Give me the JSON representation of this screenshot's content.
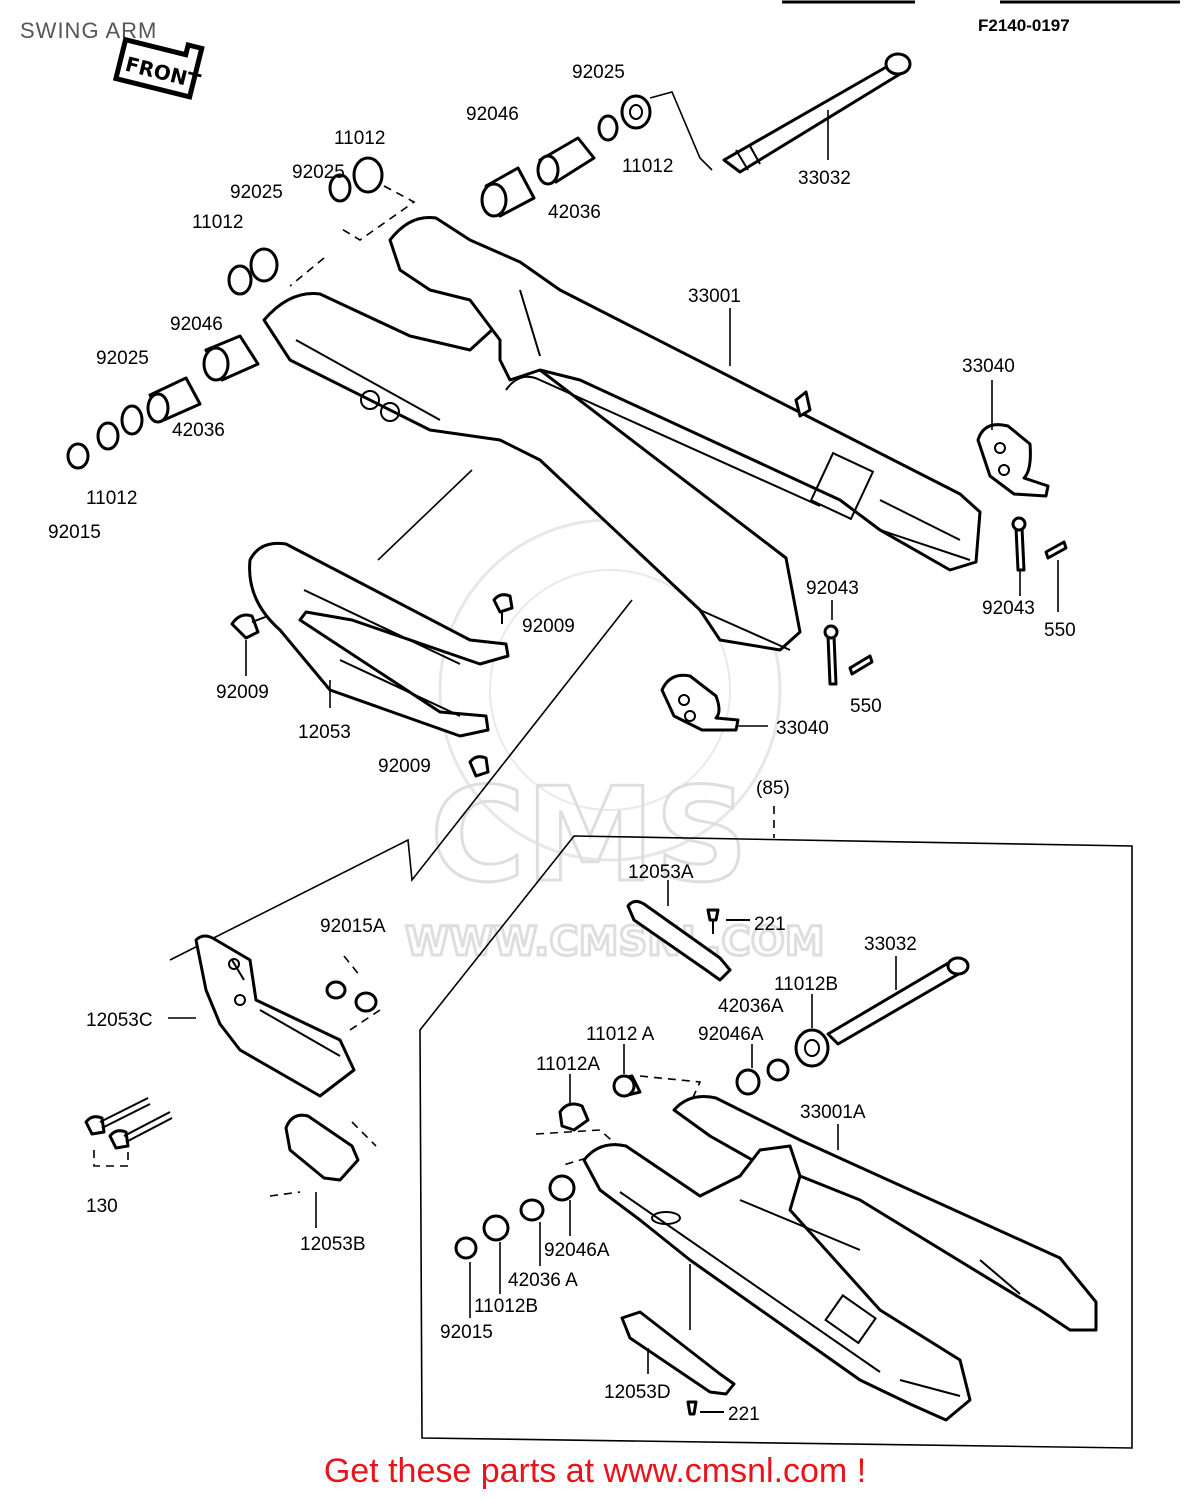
{
  "header": {
    "title": "SWING ARM",
    "code": "F2140-0197",
    "front_label": "FRONT"
  },
  "watermark": {
    "brand": "CMS",
    "url": "WWW.CMSNL.COM"
  },
  "variant_label": "(85)",
  "parts_upper": [
    {
      "id": "p-33032-top",
      "label": "33032"
    },
    {
      "id": "p-92025-a",
      "label": "92025"
    },
    {
      "id": "p-11012-a",
      "label": "11012"
    },
    {
      "id": "p-92046-a",
      "label": "92046"
    },
    {
      "id": "p-42036-a",
      "label": "42036"
    },
    {
      "id": "p-11012-b",
      "label": "11012"
    },
    {
      "id": "p-92025-b",
      "label": "92025"
    },
    {
      "id": "p-92025-c",
      "label": "92025"
    },
    {
      "id": "p-11012-c",
      "label": "11012"
    },
    {
      "id": "p-33001",
      "label": "33001"
    },
    {
      "id": "p-92046-b",
      "label": "92046"
    },
    {
      "id": "p-92025-d",
      "label": "92025"
    },
    {
      "id": "p-42036-b",
      "label": "42036"
    },
    {
      "id": "p-11012-d",
      "label": "11012"
    },
    {
      "id": "p-92015",
      "label": "92015"
    },
    {
      "id": "p-33040-a",
      "label": "33040"
    },
    {
      "id": "p-92043-a",
      "label": "92043"
    },
    {
      "id": "p-550-a",
      "label": "550"
    },
    {
      "id": "p-92043-b",
      "label": "92043"
    },
    {
      "id": "p-550-b",
      "label": "550"
    },
    {
      "id": "p-33040-b",
      "label": "33040"
    },
    {
      "id": "p-92009-a",
      "label": "92009"
    },
    {
      "id": "p-92009-b",
      "label": "92009"
    },
    {
      "id": "p-12053",
      "label": "12053"
    },
    {
      "id": "p-92009-c",
      "label": "92009"
    }
  ],
  "parts_lower": [
    {
      "id": "p-92015A",
      "label": "92015A"
    },
    {
      "id": "p-12053C",
      "label": "12053C"
    },
    {
      "id": "p-130",
      "label": "130"
    },
    {
      "id": "p-12053B",
      "label": "12053B"
    },
    {
      "id": "p-12053A",
      "label": "12053A"
    },
    {
      "id": "p-221-a",
      "label": "221"
    },
    {
      "id": "p-33032-low",
      "label": "33032"
    },
    {
      "id": "p-11012B-a",
      "label": "11012B"
    },
    {
      "id": "p-42036A-a",
      "label": "42036A"
    },
    {
      "id": "p-11012A-a",
      "label": "11012 A"
    },
    {
      "id": "p-92046A-a",
      "label": "92046A"
    },
    {
      "id": "p-11012A-b",
      "label": "11012A"
    },
    {
      "id": "p-33001A",
      "label": "33001A"
    },
    {
      "id": "p-92046A-b",
      "label": "92046A"
    },
    {
      "id": "p-42036A-b",
      "label": "42036 A"
    },
    {
      "id": "p-11012B-b",
      "label": "11012B"
    },
    {
      "id": "p-92015-low",
      "label": "92015"
    },
    {
      "id": "p-12053D",
      "label": "12053D"
    },
    {
      "id": "p-221-b",
      "label": "221"
    }
  ],
  "footer": {
    "text": "Get these parts at www.cmsnl.com !",
    "color": "#e8141b"
  }
}
